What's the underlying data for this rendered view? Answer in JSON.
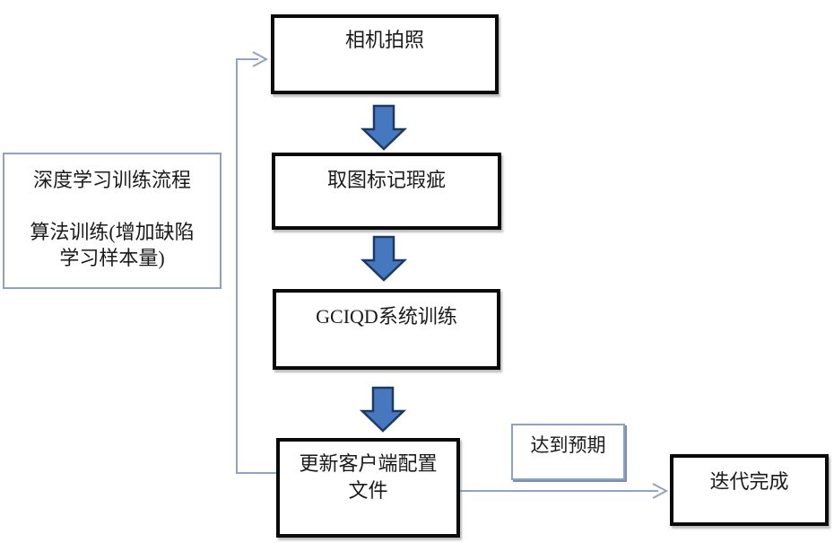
{
  "colors": {
    "background": "#ffffff",
    "box_border_strong": "#0a0a0a",
    "box_border_light": "#8ca2c2",
    "connector": "#8fa3c8",
    "block_arrow_fill": "#4678c0",
    "block_arrow_stroke": "#1c3a66",
    "text": "#1a1a1a"
  },
  "flowchart": {
    "nodes": {
      "camera": {
        "label": "相机拍照"
      },
      "mark": {
        "label": "取图标记瑕疵"
      },
      "train": {
        "label": "GCIQD系统训练"
      },
      "update": {
        "line1": "更新客户端配置",
        "line2": "文件"
      },
      "done": {
        "label": "迭代完成"
      }
    },
    "annotations": {
      "process_note": {
        "line1": "深度学习训练流程",
        "line2": "算法训练(增加缺陷",
        "line3": "学习样本量)"
      },
      "expect_label": "达到预期"
    },
    "icons": {
      "down_arrow": "block-arrow-down-icon",
      "feedback_arrowhead": "arrow-right-open-icon",
      "done_arrowhead": "arrow-right-open-icon"
    }
  }
}
